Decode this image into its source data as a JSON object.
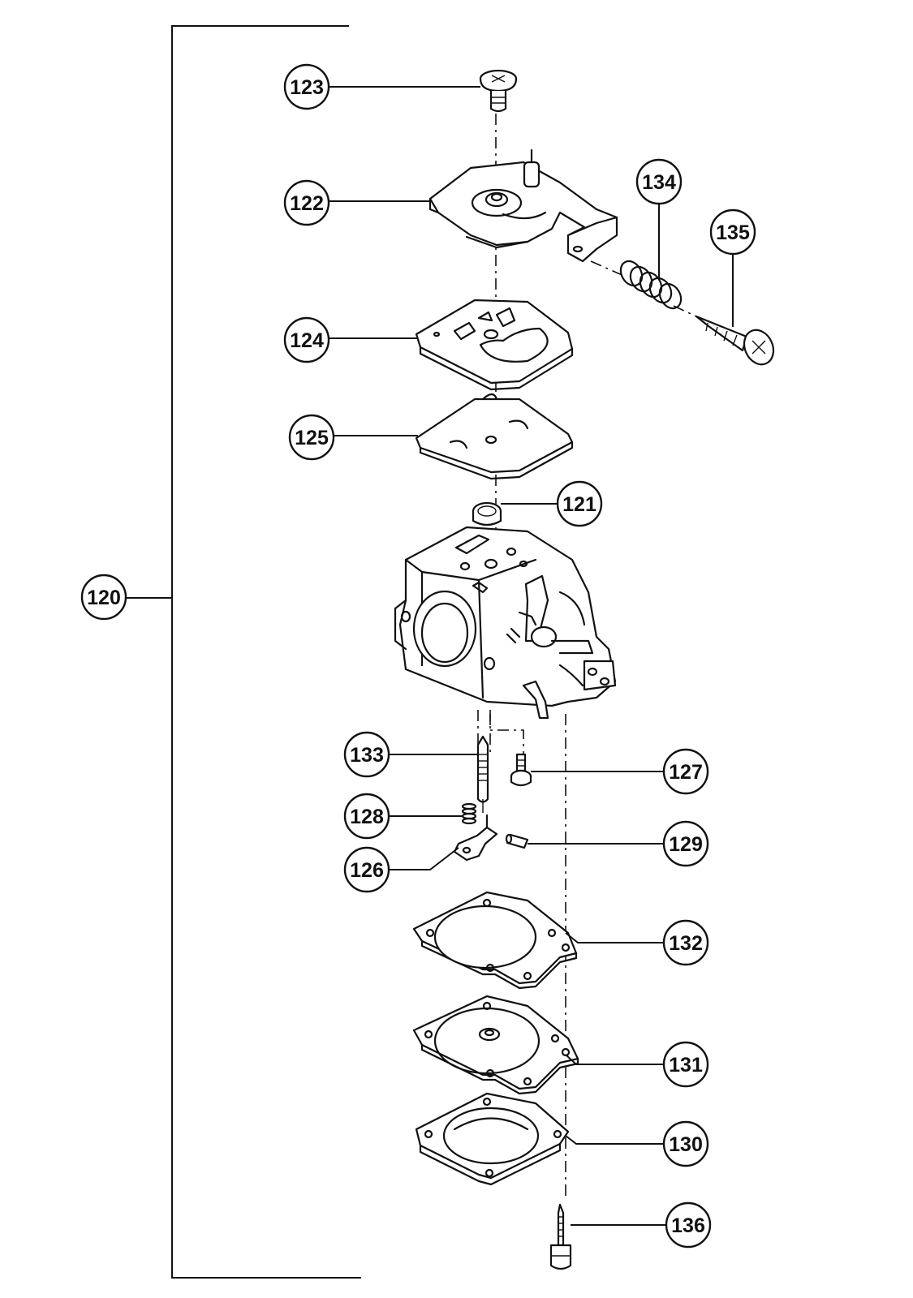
{
  "callouts": [
    {
      "id": "c120",
      "label": "120"
    },
    {
      "id": "c121",
      "label": "121"
    },
    {
      "id": "c122",
      "label": "122"
    },
    {
      "id": "c123",
      "label": "123"
    },
    {
      "id": "c124",
      "label": "124"
    },
    {
      "id": "c125",
      "label": "125"
    },
    {
      "id": "c126",
      "label": "126"
    },
    {
      "id": "c127",
      "label": "127"
    },
    {
      "id": "c128",
      "label": "128"
    },
    {
      "id": "c129",
      "label": "129"
    },
    {
      "id": "c130",
      "label": "130"
    },
    {
      "id": "c131",
      "label": "131"
    },
    {
      "id": "c132",
      "label": "132"
    },
    {
      "id": "c133",
      "label": "133"
    },
    {
      "id": "c134",
      "label": "134"
    },
    {
      "id": "c135",
      "label": "135"
    },
    {
      "id": "c136",
      "label": "136"
    }
  ]
}
